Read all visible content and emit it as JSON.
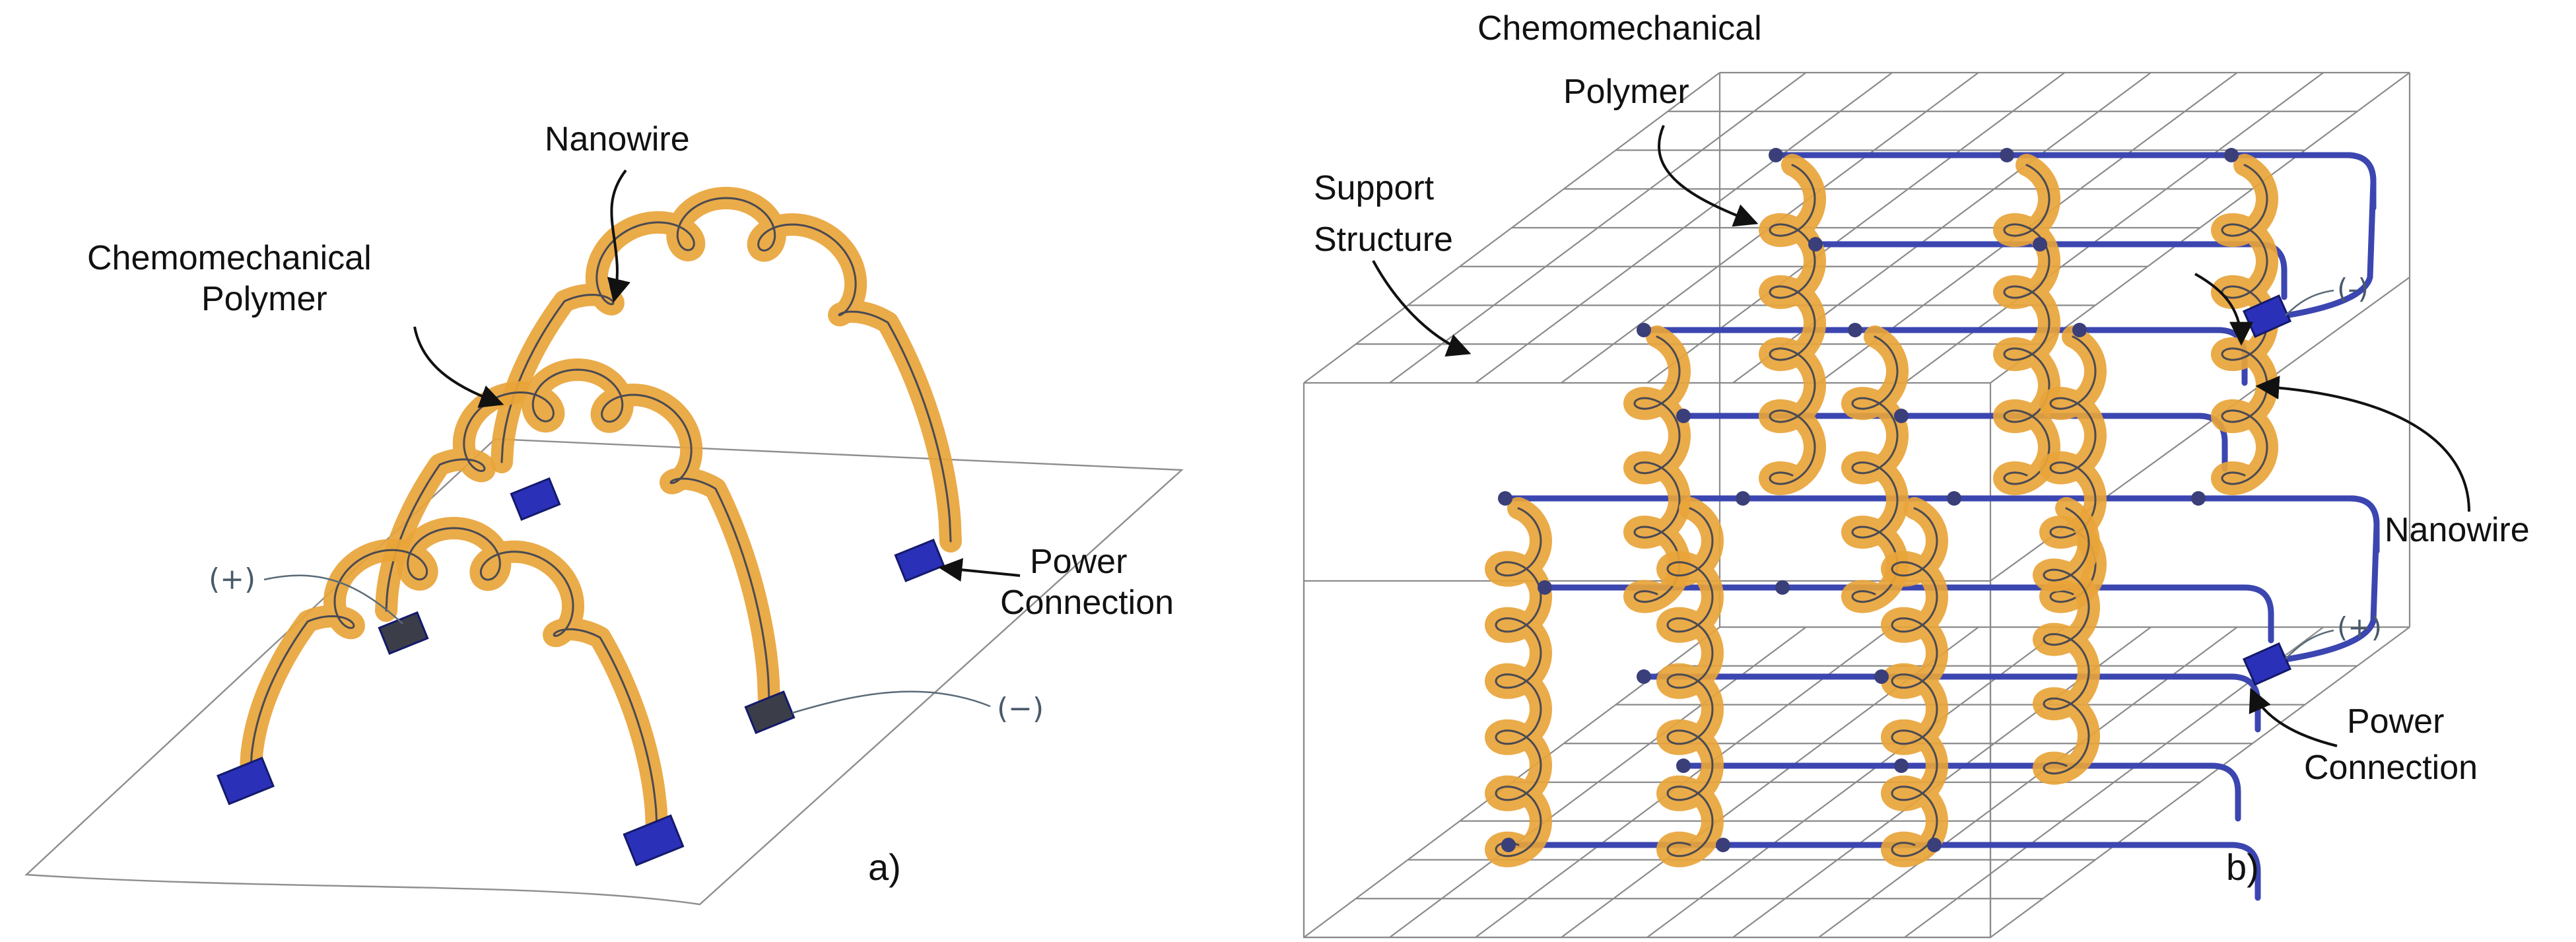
{
  "panel_a": {
    "panel_label": "a)",
    "nanowire_label": "Nanowire",
    "polymer_label_line1": "Chemomechanical",
    "polymer_label_line2": "Polymer",
    "power_label_line1": "Power",
    "power_label_line2": "Connection",
    "plus_mark": "(+)",
    "minus_mark": "(−)"
  },
  "panel_b": {
    "panel_label": "b)",
    "polymer_label_line1": "Chemomechanical",
    "polymer_label_line2": "Polymer",
    "support_label_line1": "Support",
    "support_label_line2": "Structure",
    "nanowire_label": "Nanowire",
    "power_label_line1": "Power",
    "power_label_line2": "Connection",
    "plus_mark": "(+)",
    "minus_mark": "(-)"
  },
  "colors": {
    "polymer": "#e8a43a",
    "nanowire": "#3b46b0",
    "electrode": "#2a30b8"
  }
}
